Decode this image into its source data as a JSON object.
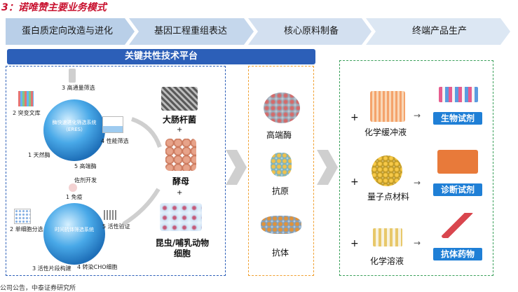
{
  "figure_title": "3：诺唯赞主要业务模式",
  "steps": [
    "蛋白质定向改造与进化",
    "基因工程重组表达",
    "核心原料制备",
    "终端产品生产"
  ],
  "platform_title": "关键共性技术平台",
  "ers": {
    "sphere_label": "酶快速进化筛选系统（ERES）",
    "nodes": [
      "3 高通量筛选",
      "2 突变文库",
      "4 性能筛选",
      "1 天然酶",
      "5 高端酶"
    ]
  },
  "antibody_dev_label": "佐剂开发",
  "antibody": {
    "sphere_label": "时间抗体筛选系统",
    "nodes": [
      "1 免疫",
      "2 单细胞分选",
      "5 活性验证",
      "3 活性片段构建",
      "4 转染CHO细胞"
    ]
  },
  "hosts": [
    "大肠杆菌",
    "酵母",
    "昆虫/哺乳动物细胞"
  ],
  "plus": "+",
  "materials": [
    "高端酶",
    "抗原",
    "抗体"
  ],
  "inputs": [
    "化学缓冲液",
    "量子点材料",
    "化学溶液"
  ],
  "products": [
    "生物试剂",
    "诊断试剂",
    "抗体药物"
  ],
  "footer": "公司公告，中泰证券研究所",
  "colors": {
    "title_red": "#c8102e",
    "platform_blue": "#2c5fb8",
    "pill_blue": "#1f7fd6",
    "box_blue": "#2c5fb8",
    "box_orange": "#f0a030",
    "box_green": "#3aa05a"
  }
}
